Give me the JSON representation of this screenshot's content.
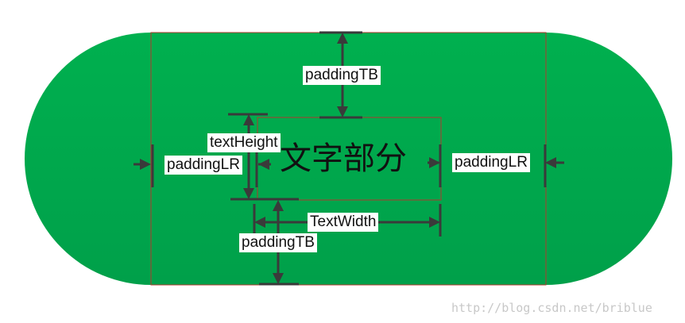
{
  "labels": {
    "padding_tb_top": "paddingTB",
    "padding_tb_bottom": "paddingTB",
    "text_height": "textHeight",
    "padding_lr_left": "paddingLR",
    "padding_lr_right": "paddingLR",
    "text_width": "TextWidth",
    "text_content": "文字部分"
  },
  "watermark": "http://blog.csdn.net/briblue",
  "colors": {
    "capsule_fill": "#00A84E",
    "box_stroke": "#B03A2E",
    "arrow": "#3A3A3A"
  }
}
